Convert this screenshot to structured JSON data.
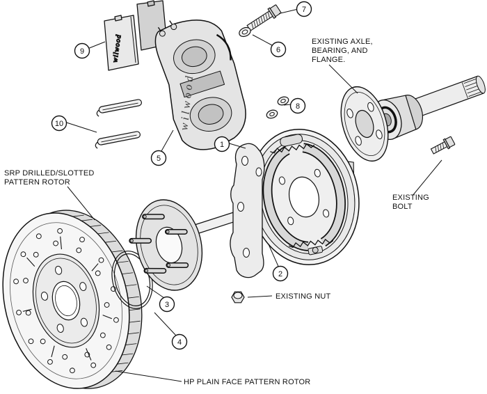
{
  "diagram": {
    "callouts": [
      {
        "num": "1"
      },
      {
        "num": "2"
      },
      {
        "num": "3"
      },
      {
        "num": "4"
      },
      {
        "num": "5"
      },
      {
        "num": "6"
      },
      {
        "num": "7"
      },
      {
        "num": "8"
      },
      {
        "num": "9"
      },
      {
        "num": "10"
      }
    ],
    "labels": {
      "axle_line1": "EXISTING AXLE,",
      "axle_line2": "BEARING, AND",
      "axle_line3": "FLANGE.",
      "bolt_line1": "EXISTING",
      "bolt_line2": "BOLT",
      "nut": "EXISTING NUT",
      "srp_line1": "SRP DRILLED/SLOTTED",
      "srp_line2": "PATTERN ROTOR",
      "hp": "HP PLAIN FACE PATTERN ROTOR"
    },
    "brand": {
      "caliper_text": "wilwood",
      "pad_text": "wilwood"
    },
    "colors": {
      "line": "#111111",
      "fill_light": "#f3f3f3",
      "fill_mid": "#e3e3e3",
      "fill_dark": "#d2d2d2",
      "background": "#ffffff"
    }
  }
}
